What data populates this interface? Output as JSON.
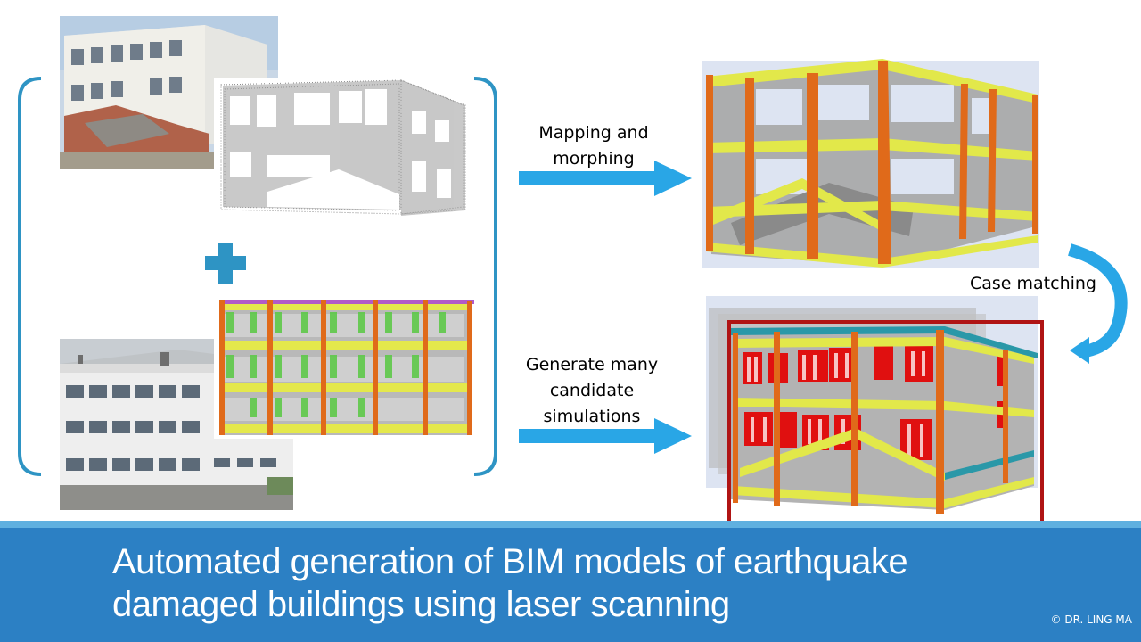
{
  "arrows": {
    "top_label_line1": "Mapping and",
    "top_label_line2": "morphing",
    "bottom_label_line1": "Generate many",
    "bottom_label_line2": "candidate",
    "bottom_label_line3": "simulations",
    "case_matching": "Case matching"
  },
  "footer": {
    "title_line1": "Automated generation of BIM models of earthquake",
    "title_line2": "damaged buildings using laser scanning",
    "copyright": "© DR. LING MA"
  },
  "colors": {
    "arrow": "#29a6e6",
    "bracket": "#2e94c4",
    "banner": "#2c80c4",
    "highlight_box": "#b01414",
    "column": "#e06a1a",
    "beam": "#e2e84a",
    "slab": "#9a9a9a",
    "window": "#e01010"
  }
}
